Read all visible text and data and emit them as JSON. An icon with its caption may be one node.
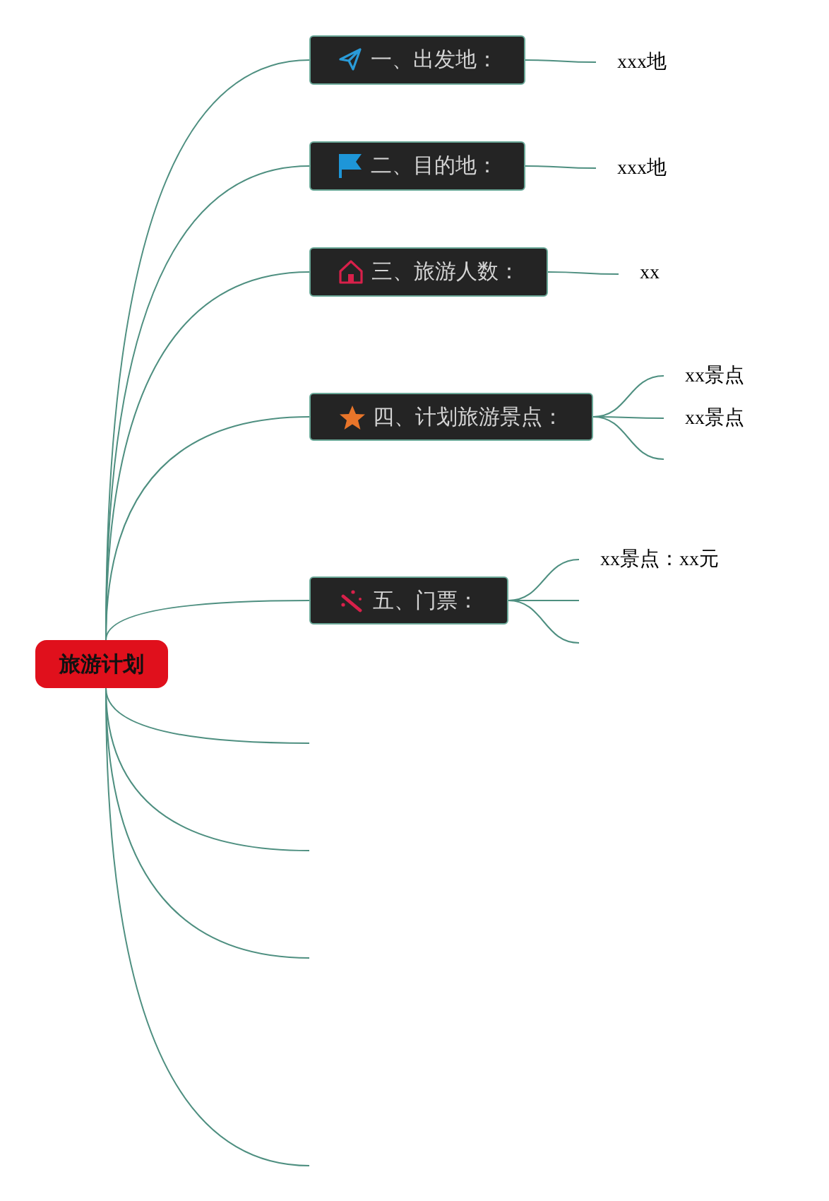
{
  "diagram": {
    "nodes": [
      {
        "text": [
          "旅游计划"
        ]
      },
      {
        "text": [
          "一、出发地："
        ]
      },
      {
        "text": [
          "二、目的地："
        ]
      },
      {
        "text": [
          "三、旅游人数："
        ]
      },
      {
        "text": [
          "四、计划旅游景点："
        ]
      },
      {
        "text": [
          "五、门票："
        ]
      },
      {
        "text": [
          "xxx地"
        ]
      },
      {
        "text": [
          "xxx地"
        ]
      },
      {
        "text": [
          "xx"
        ]
      },
      {
        "text": [
          "xx景点"
        ]
      },
      {
        "text": [
          "xx景点"
        ]
      },
      {
        "text": [
          "xx景点：xx元"
        ]
      }
    ],
    "edges": [
      {
        "from": 0,
        "to": 1,
        "arrow": "none"
      },
      {
        "from": 0,
        "to": 2,
        "arrow": "none"
      },
      {
        "from": 0,
        "to": 3,
        "arrow": "none"
      },
      {
        "from": 0,
        "to": 4,
        "arrow": "none"
      },
      {
        "from": 0,
        "to": 5,
        "arrow": "none"
      },
      {
        "from": 0,
        "to": null,
        "arrow": "none"
      },
      {
        "from": 0,
        "to": null,
        "arrow": "none"
      },
      {
        "from": 0,
        "to": null,
        "arrow": "none"
      },
      {
        "from": 0,
        "to": null,
        "arrow": "none"
      },
      {
        "from": 1,
        "to": 6,
        "arrow": "none"
      },
      {
        "from": 2,
        "to": 7,
        "arrow": "none"
      },
      {
        "from": 3,
        "to": 8,
        "arrow": "none"
      },
      {
        "from": 4,
        "to": 9,
        "arrow": "none"
      },
      {
        "from": 4,
        "to": 10,
        "arrow": "none"
      },
      {
        "from": 4,
        "to": null,
        "arrow": "none"
      },
      {
        "from": 5,
        "to": 11,
        "arrow": "none"
      },
      {
        "from": 5,
        "to": null,
        "arrow": "none"
      },
      {
        "from": 5,
        "to": null,
        "arrow": "none"
      }
    ]
  }
}
